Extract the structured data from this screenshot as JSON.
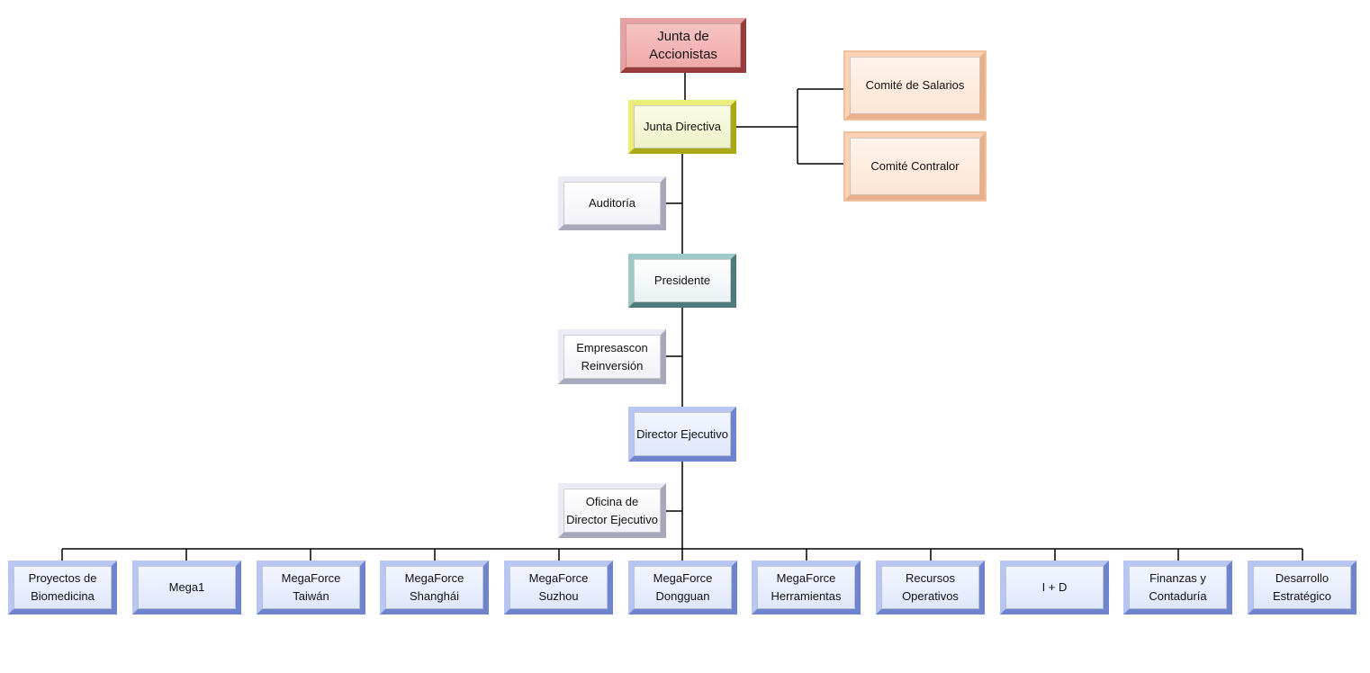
{
  "org_chart": {
    "top": {
      "label": "Junta de Accionistas"
    },
    "board": {
      "label": "Junta Directiva"
    },
    "committees": [
      {
        "label": "Comité de Salarios"
      },
      {
        "label": "Comité Contralor"
      }
    ],
    "audit": {
      "label": "Auditoría"
    },
    "president": {
      "label": "Presidente"
    },
    "reinvestment": {
      "label": "Empresascon Reinversión"
    },
    "ceo": {
      "label": "Director Ejecutivo"
    },
    "ceo_office": {
      "label": "Oficina de Director Ejecutivo"
    },
    "divisions": [
      {
        "label": "Proyectos de Biomedicina"
      },
      {
        "label": "Mega1"
      },
      {
        "label": "MegaForce Taiwán"
      },
      {
        "label": "MegaForce Shanghái"
      },
      {
        "label": "MegaForce Suzhou"
      },
      {
        "label": "MegaForce Dongguan"
      },
      {
        "label": "MegaForce Herramientas"
      },
      {
        "label": "Recursos Operativos"
      },
      {
        "label": "I + D"
      },
      {
        "label": "Finanzas y Contaduría"
      },
      {
        "label": "Desarrollo Estratégico"
      }
    ]
  },
  "colors": {
    "shareholders": "#f1a9a9",
    "board": "#c9c91f",
    "staff": "#c4c4d8",
    "president": "#5f8c8c",
    "executive": "#8ea0e0",
    "committee": "#f5b98a"
  }
}
